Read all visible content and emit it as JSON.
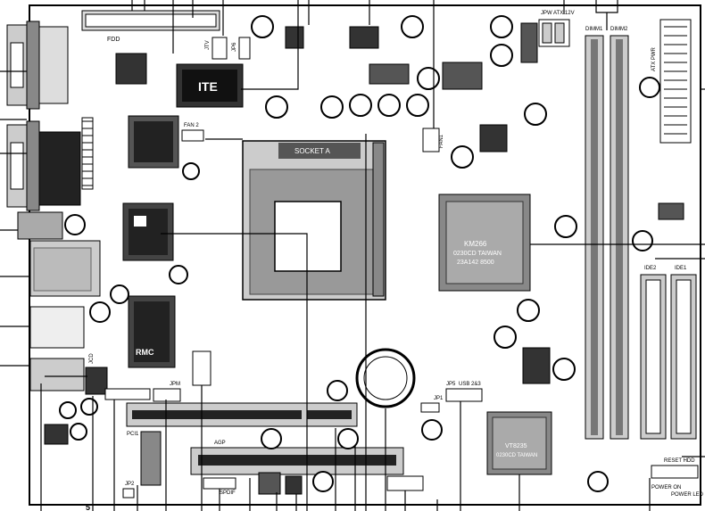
{
  "connector_labels": {
    "fdd": "FDD",
    "jtv": "JTV",
    "fan2": "FAN 2",
    "jp6": "JP6",
    "fan1": "FAN1",
    "dimm1": "DIMM1",
    "dimm2": "DIMM2",
    "ide1": "IDE1",
    "ide2": "IDE2",
    "agp": "AGP",
    "pci1": "PCI1",
    "jp5": "JP5",
    "usb2": "USB 2&3",
    "jp1": "JP1",
    "jp2": "JP2",
    "jpm": "JPM",
    "spdif": "SPDIF",
    "atxpwr": "ATX PWR",
    "jpw": "JPW ATX 12V",
    "reset_hdd": "RESET HDD",
    "power_led": "POWER ON",
    "power_led2": "POWER LED",
    "sound": "JCD",
    "num5": "5"
  },
  "chips": {
    "ite_logo": "ITE",
    "northbridge_line1": "KM266",
    "northbridge_line2": "0230CD TAIWAN",
    "northbridge_line3": "23A142 8500",
    "southbridge_line1": "VT8235",
    "southbridge_line2": "0230CD TAIWAN",
    "socket_label": "SOCKET A",
    "rmc_label": "RMC"
  },
  "colors": {
    "ink": "#000000",
    "paper": "#ffffff",
    "chip_gray": "#9a9a9a",
    "chip_dark": "#202020",
    "cap_gray": "#b0b0b0"
  }
}
